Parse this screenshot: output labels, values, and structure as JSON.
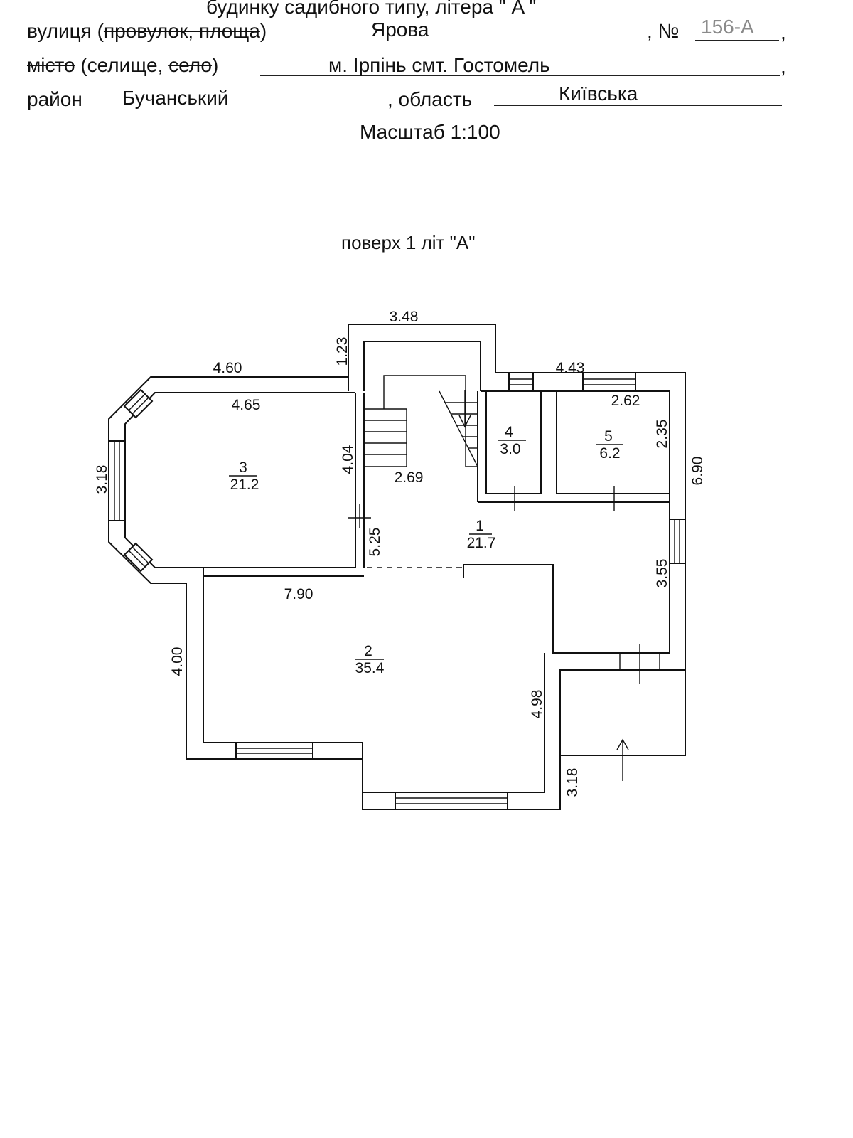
{
  "header": {
    "top_line": "будинку садибного типу, літера \" A \"",
    "street_label_pre": "вулиця (",
    "street_label_strike": "провулок, площа",
    "street_label_post": ")",
    "street_value": "Ярова",
    "number_label": ", №",
    "number_value": "156-А",
    "city_label_strike1": "місто",
    "city_label_mid": " (селище, ",
    "city_label_strike2": "село",
    "city_label_post": ")",
    "city_value": "м. Ірпінь смт. Гостомель",
    "district_label": "район",
    "district_value": "Бучанський",
    "region_label": ", область",
    "region_value": "Київська",
    "scale": "Масштаб 1:100"
  },
  "plan": {
    "floor_title": "поверх 1 літ \"А\"",
    "rooms": [
      {
        "number": "1",
        "area": "21.7"
      },
      {
        "number": "2",
        "area": "35.4"
      },
      {
        "number": "3",
        "area": "21.2"
      },
      {
        "number": "4",
        "area": "3.0"
      },
      {
        "number": "5",
        "area": "6.2"
      }
    ],
    "dimensions": {
      "top_stair": "3.48",
      "stair_height": "1.23",
      "left_top_outer": "4.60",
      "left_top_inner": "4.65",
      "right_top_outer": "4.43",
      "room5_width": "2.62",
      "room5_height": "2.35",
      "room3_height": "4.04",
      "stair_width": "2.69",
      "bay_height": "3.18",
      "right_outer_height": "6.90",
      "center_height": "5.25",
      "right_lower_height": "3.55",
      "room2_width": "7.90",
      "left_lower_height": "4.00",
      "room2_right_height": "4.98",
      "porch_height": "3.18"
    }
  }
}
